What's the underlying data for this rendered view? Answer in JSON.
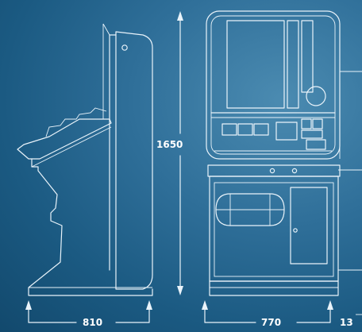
{
  "dimensions": {
    "height": "1650",
    "depth": "810",
    "width": "770",
    "offset": "13"
  },
  "colors": {
    "background": "#1f5d86",
    "line": "#e9f3fa"
  }
}
